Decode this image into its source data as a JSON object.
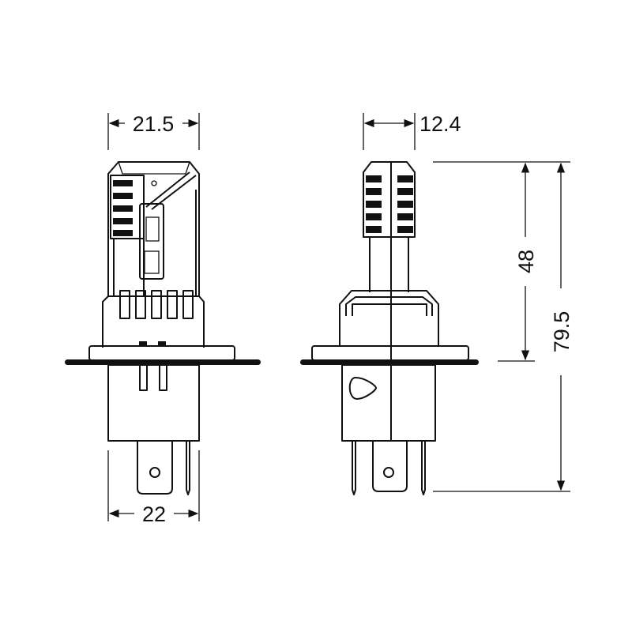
{
  "diagram": {
    "front_view": {
      "top_width_label": "21.5",
      "base_width_label": "22"
    },
    "side_view": {
      "top_width_label": "12.4",
      "height_to_flange_label": "48",
      "total_height_label": "79.5"
    },
    "colors": {
      "line": "#111111",
      "background": "#ffffff"
    }
  }
}
